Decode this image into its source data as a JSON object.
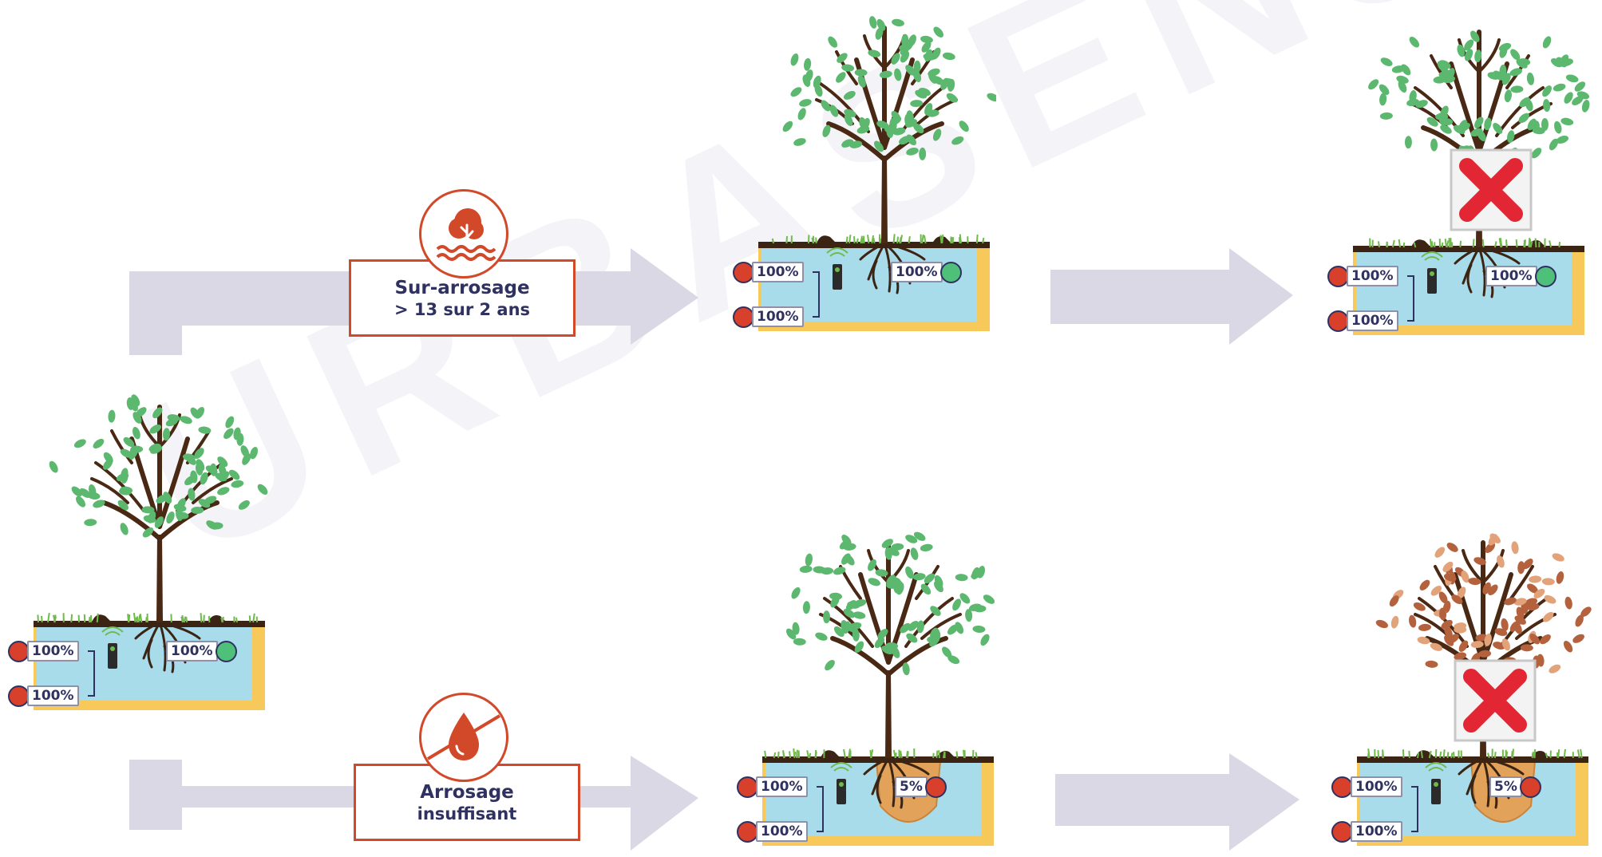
{
  "watermark": "URBASENSE",
  "labels": {
    "over_watering": {
      "line1": "Sur-arrosage",
      "line2": "> 13 sur 2 ans"
    },
    "under_watering": {
      "line1": "Arrosage",
      "line2": "insuffisant"
    }
  },
  "colors": {
    "arrow": "#d9d8e4",
    "accent_red": "#d2492a",
    "text_navy": "#2f3160",
    "water": "#a9dcea",
    "soil_yellow": "#f7c85a",
    "leaf_green": "#5cb86f",
    "leaf_brown": "#b4623e",
    "trunk": "#4a2914",
    "sensor_red": "#d8402b",
    "sensor_green": "#4ec07a"
  },
  "scenes": [
    {
      "id": "initial",
      "sensors": {
        "left_top": "100%",
        "right": "100%",
        "left_bottom": "100%"
      },
      "right_dot": "green",
      "leaves": "green",
      "dry_zone": false,
      "cross": false
    },
    {
      "id": "over-stage-1",
      "sensors": {
        "left_top": "100%",
        "right": "100%",
        "left_bottom": "100%"
      },
      "right_dot": "green",
      "leaves": "green",
      "dry_zone": false,
      "cross": false
    },
    {
      "id": "over-stage-2",
      "sensors": {
        "left_top": "100%",
        "right": "100%",
        "left_bottom": "100%"
      },
      "right_dot": "green",
      "leaves": "green",
      "dry_zone": false,
      "cross": true
    },
    {
      "id": "under-stage-1",
      "sensors": {
        "left_top": "100%",
        "right": "5%",
        "left_bottom": "100%"
      },
      "right_dot": "red",
      "leaves": "green",
      "dry_zone": true,
      "cross": false
    },
    {
      "id": "under-stage-2",
      "sensors": {
        "left_top": "100%",
        "right": "5%",
        "left_bottom": "100%"
      },
      "right_dot": "red",
      "leaves": "brown",
      "dry_zone": true,
      "cross": true
    }
  ]
}
